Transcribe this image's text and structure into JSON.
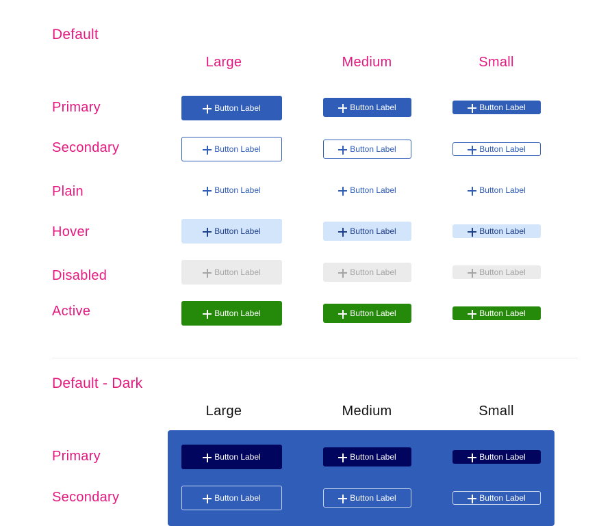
{
  "sections": {
    "default": {
      "title": "Default",
      "columns": [
        "Large",
        "Medium",
        "Small"
      ],
      "rows": [
        {
          "state": "Primary",
          "label": "Button Label"
        },
        {
          "state": "Secondary",
          "label": "Button Label"
        },
        {
          "state": "Plain",
          "label": "Button Label"
        },
        {
          "state": "Hover",
          "label": "Button Label"
        },
        {
          "state": "Disabled",
          "label": "Button Label"
        },
        {
          "state": "Active",
          "label": "Button Label"
        }
      ]
    },
    "dark": {
      "title": "Default - Dark",
      "columns": [
        "Large",
        "Medium",
        "Small"
      ],
      "rows": [
        {
          "state": "Primary",
          "label": "Button Label"
        },
        {
          "state": "Secondary",
          "label": "Button Label"
        }
      ]
    }
  },
  "icons": {
    "button_icon": "plus-icon"
  },
  "colors": {
    "accent_pink": "#E3197F",
    "primary_blue": "#2F5DB8",
    "hover_bg": "#D3E5FB",
    "disabled_bg": "#EBEBEB",
    "active_green": "#258A0A",
    "dark_primary": "#02055E"
  }
}
